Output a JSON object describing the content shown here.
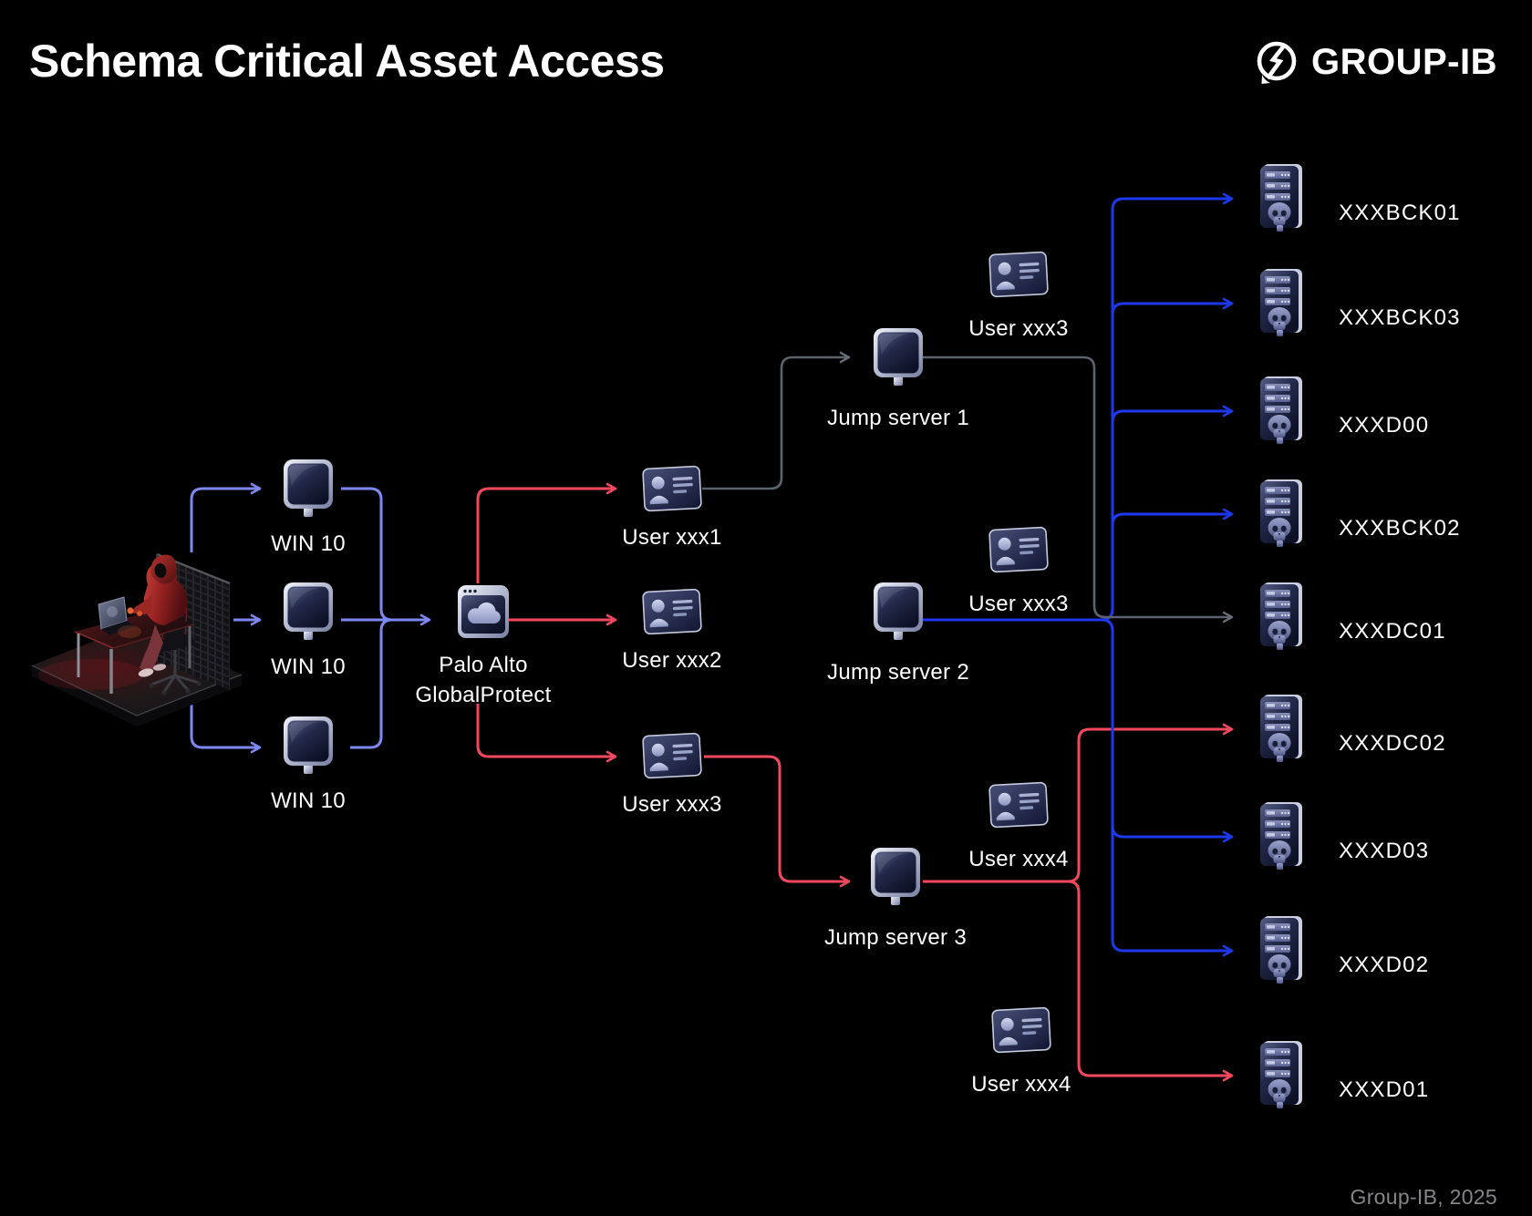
{
  "header": {
    "title": "Schema Critical Asset Access",
    "brand": "GROUP-IB"
  },
  "footer": {
    "credit": "Group-IB, 2025"
  },
  "colors": {
    "background": "#000000",
    "workstation_link": "#7D88F2",
    "compromise_link": "#F4485F",
    "lateral_link": "#1D39F0",
    "session_link": "#5D636D",
    "label": "#FFFFFF",
    "credit": "#85858A"
  },
  "nodes": {
    "workstations": [
      {
        "label": "WIN 10"
      },
      {
        "label": "WIN 10"
      },
      {
        "label": "WIN 10"
      }
    ],
    "vpn": {
      "line1": "Palo Alto",
      "line2": "GlobalProtect"
    },
    "users": [
      {
        "label": "User xxx1"
      },
      {
        "label": "User xxx2"
      },
      {
        "label": "User xxx3"
      }
    ],
    "jump_servers": [
      {
        "label": "Jump server 1"
      },
      {
        "label": "Jump server 2"
      },
      {
        "label": "Jump server 3"
      }
    ],
    "session_users": [
      {
        "label": "User xxx3"
      },
      {
        "label": "User xxx3"
      },
      {
        "label": "User xxx4"
      },
      {
        "label": "User xxx4"
      }
    ],
    "targets": [
      {
        "label": "XXXBCK01"
      },
      {
        "label": "XXXBCK03"
      },
      {
        "label": "XXXD00"
      },
      {
        "label": "XXXBCK02"
      },
      {
        "label": "XXXDC01"
      },
      {
        "label": "XXXDC02"
      },
      {
        "label": "XXXD03"
      },
      {
        "label": "XXXD02"
      },
      {
        "label": "XXXD01"
      }
    ]
  }
}
